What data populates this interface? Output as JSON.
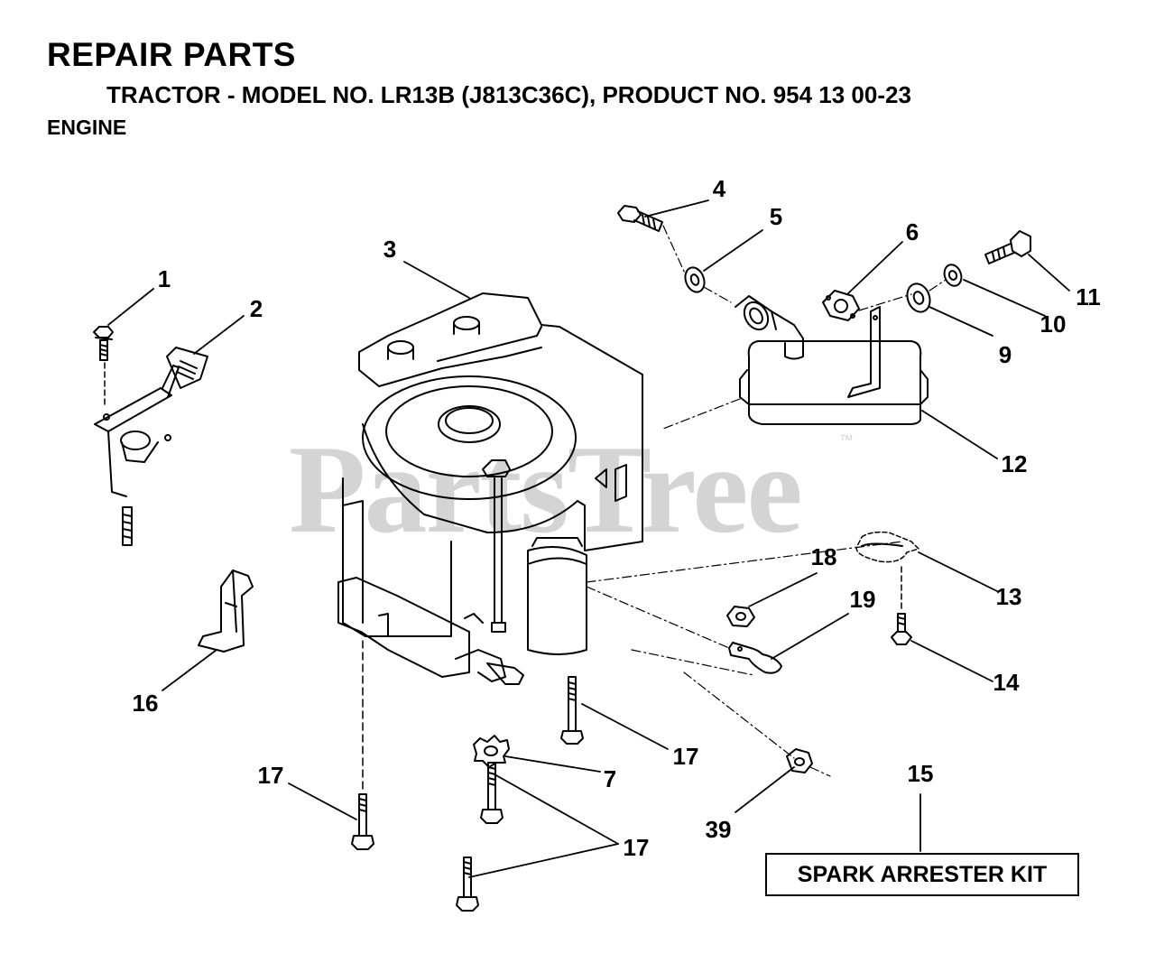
{
  "header": {
    "title": "REPAIR PARTS",
    "subtitle": "TRACTOR - MODEL NO. LR13B (J813C36C), PRODUCT NO. 954 13 00-23",
    "section": "ENGINE"
  },
  "watermark": {
    "text": "PartsTree",
    "trademark": "™"
  },
  "callouts": [
    "1",
    "2",
    "3",
    "4",
    "5",
    "6",
    "7",
    "9",
    "10",
    "11",
    "12",
    "13",
    "14",
    "15",
    "16",
    "17",
    "17",
    "17",
    "17",
    "18",
    "19",
    "39"
  ],
  "kit_label": "SPARK ARRESTER KIT"
}
